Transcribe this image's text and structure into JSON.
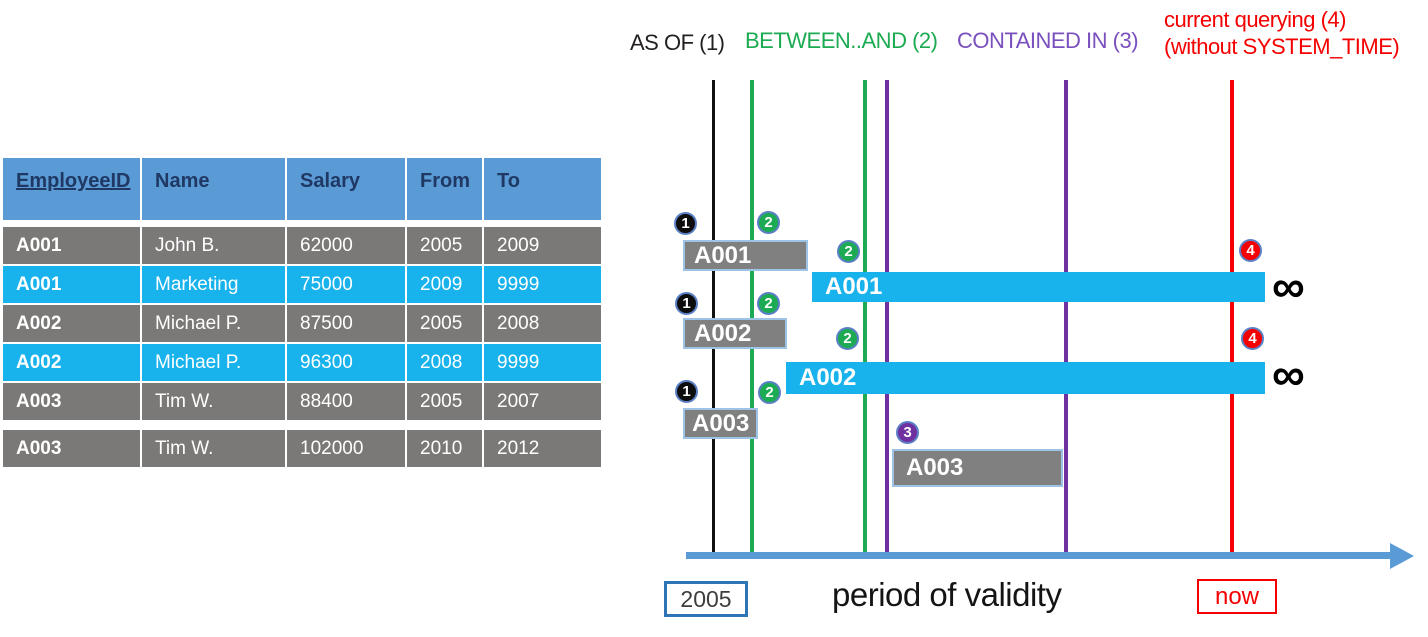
{
  "legend": {
    "as_of": "AS OF (1)",
    "between_and": "BETWEEN..AND (2)",
    "contained_in": "CONTAINED IN (3)",
    "current_line1": "current querying (4)",
    "current_line2": "(without SYSTEM_TIME)"
  },
  "table": {
    "headers": [
      "EmployeeID",
      "Name",
      "Salary",
      "From",
      "To"
    ],
    "rows": [
      {
        "id": "A001",
        "name": "John  B.",
        "salary": "62000",
        "from": "2005",
        "to": "2009",
        "state": "history"
      },
      {
        "id": "A001",
        "name": "Marketing",
        "salary": "75000",
        "from": "2009",
        "to": "9999",
        "state": "current"
      },
      {
        "id": "A002",
        "name": "Michael P.",
        "salary": "87500",
        "from": "2005",
        "to": "2008",
        "state": "history"
      },
      {
        "id": "A002",
        "name": "Michael P.",
        "salary": "96300",
        "from": "2008",
        "to": "9999",
        "state": "current"
      },
      {
        "id": "A003",
        "name": "Tim W.",
        "salary": "88400",
        "from": "2005",
        "to": "2007",
        "state": "history"
      },
      {
        "id": "A003",
        "name": "Tim W.",
        "salary": "102000",
        "from": "2010",
        "to": "2012",
        "state": "history"
      }
    ]
  },
  "timeline": {
    "bars": [
      {
        "label": "A001",
        "type": "history"
      },
      {
        "label": "A001",
        "type": "current"
      },
      {
        "label": "A002",
        "type": "history"
      },
      {
        "label": "A002",
        "type": "current"
      },
      {
        "label": "A003",
        "type": "history"
      },
      {
        "label": "A003",
        "type": "history"
      }
    ],
    "badges": [
      "1",
      "2",
      "2",
      "1",
      "2",
      "2",
      "1",
      "2",
      "3",
      "4",
      "4"
    ],
    "infinity_symbol": "∞",
    "axis": {
      "start_label": "2005",
      "caption": "period of validity",
      "end_label": "now"
    }
  },
  "colors": {
    "header_blue": "#5b9bd5",
    "row_gray": "#7b7977",
    "row_cyan": "#18b2ec",
    "green": "#1cab52",
    "purple": "#7030a0",
    "red": "#f40000",
    "navy_text": "#1f3864",
    "axis_blue": "#5b9bd5",
    "box_2005_border": "#2e75b6"
  }
}
